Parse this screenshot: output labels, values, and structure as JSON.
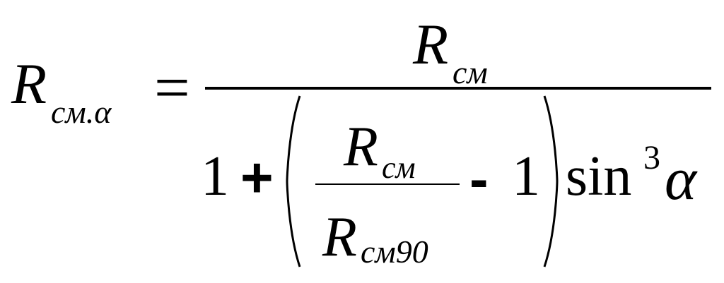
{
  "formula": {
    "lhs": {
      "symbol": "R",
      "subscript": "см.α"
    },
    "equals": "=",
    "numerator": {
      "symbol": "R",
      "subscript": "см"
    },
    "denominator": {
      "one": "1",
      "plus": "+",
      "inner_fraction": {
        "numerator": {
          "symbol": "R",
          "subscript": "см"
        },
        "denominator": {
          "symbol": "R",
          "subscript": "см90"
        }
      },
      "minus": "-",
      "one_inner": "1",
      "func": "sin",
      "power": "3",
      "angle": "α"
    }
  }
}
